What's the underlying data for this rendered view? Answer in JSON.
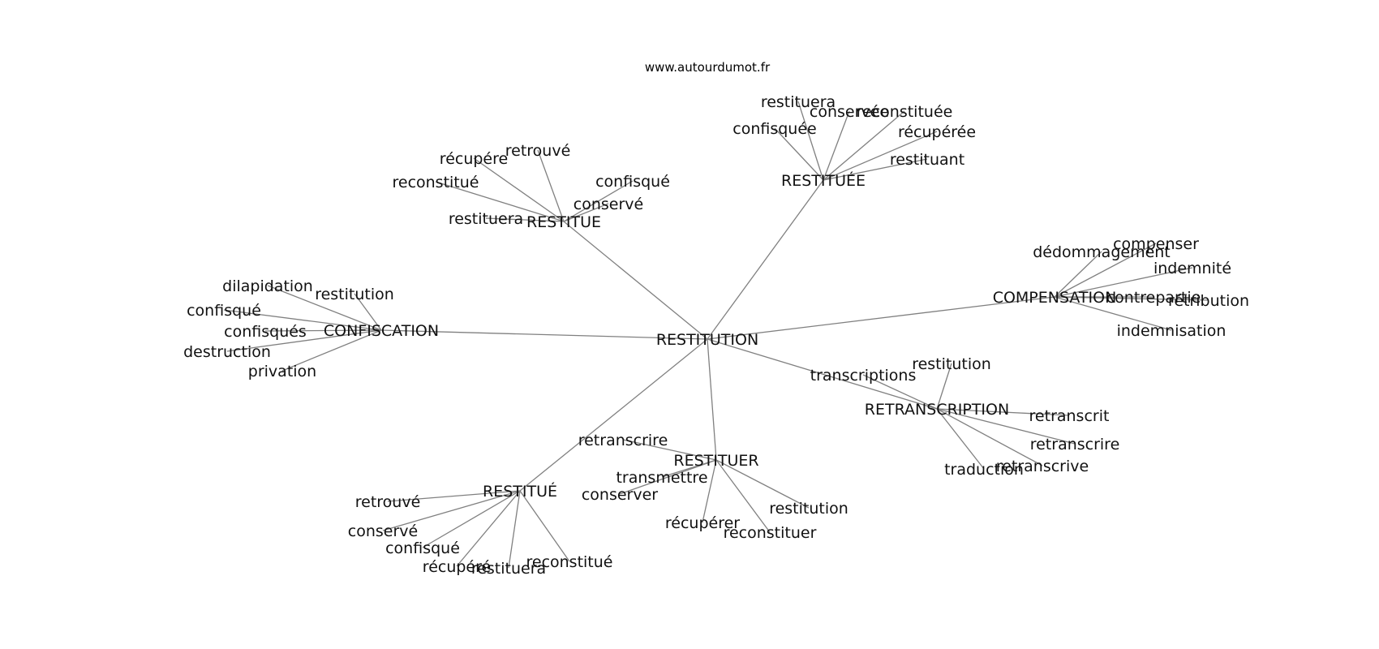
{
  "source": "www.autourdumot.fr",
  "center": {
    "id": "restitution",
    "label": "RESTITUTION"
  },
  "hubs": [
    {
      "id": "restitue",
      "label": "RESTITUE",
      "words": [
        "retrouvé",
        "récupére",
        "reconstitué",
        "restituera",
        "confisqué",
        "conservé"
      ]
    },
    {
      "id": "restituee",
      "label": "RESTITUÉE",
      "words": [
        "restituera",
        "conservée",
        "reconstituée",
        "confisquée",
        "récupérée",
        "restituant"
      ]
    },
    {
      "id": "confiscation",
      "label": "CONFISCATION",
      "words": [
        "dilapidation",
        "restitution",
        "confisqué",
        "confisqués",
        "destruction",
        "privation"
      ]
    },
    {
      "id": "compensation",
      "label": "COMPENSATION",
      "words": [
        "compenser",
        "dédommagement",
        "indemnité",
        "contrepartie",
        "rétribution",
        "indemnisation"
      ]
    },
    {
      "id": "retranscription",
      "label": "RETRANSCRIPTION",
      "words": [
        "transcriptions",
        "restitution",
        "retranscrit",
        "retranscrire",
        "retranscrive",
        "traduction"
      ]
    },
    {
      "id": "restituer",
      "label": "RESTITUER",
      "words": [
        "retranscrire",
        "transmettre",
        "conserver",
        "récupérer",
        "reconstituer",
        "restitution"
      ]
    },
    {
      "id": "restitue2",
      "label": "RESTITUÉ",
      "words": [
        "retrouvé",
        "conservé",
        "confisqué",
        "récupéré",
        "restituera",
        "reconstitué"
      ]
    }
  ]
}
